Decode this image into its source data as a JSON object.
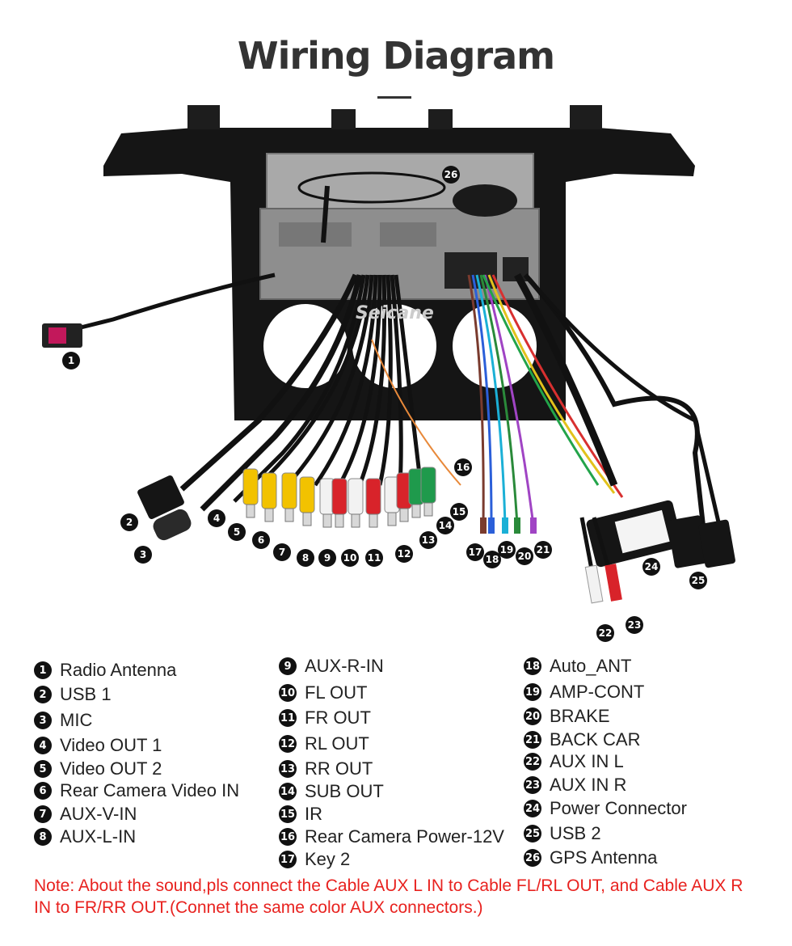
{
  "title": "Wiring Diagram",
  "watermark": "Seicane",
  "legend": [
    {
      "num": "1",
      "label": "Radio Antenna"
    },
    {
      "num": "2",
      "label": "USB 1"
    },
    {
      "num": "3",
      "label": "MIC"
    },
    {
      "num": "4",
      "label": "Video OUT 1"
    },
    {
      "num": "5",
      "label": "Video OUT 2"
    },
    {
      "num": "6",
      "label": "Rear Camera Video IN"
    },
    {
      "num": "7",
      "label": "AUX-V-IN"
    },
    {
      "num": "8",
      "label": "AUX-L-IN"
    },
    {
      "num": "9",
      "label": "AUX-R-IN"
    },
    {
      "num": "10",
      "label": "FL OUT"
    },
    {
      "num": "11",
      "label": "FR OUT"
    },
    {
      "num": "12",
      "label": "RL OUT"
    },
    {
      "num": "13",
      "label": "RR OUT"
    },
    {
      "num": "14",
      "label": "SUB OUT"
    },
    {
      "num": "15",
      "label": "IR"
    },
    {
      "num": "16",
      "label": "Rear Camera Power-12V"
    },
    {
      "num": "17",
      "label": "Key 2"
    },
    {
      "num": "18",
      "label": "Auto_ANT"
    },
    {
      "num": "19",
      "label": "AMP-CONT"
    },
    {
      "num": "20",
      "label": "BRAKE"
    },
    {
      "num": "21",
      "label": "BACK CAR"
    },
    {
      "num": "22",
      "label": "AUX IN L"
    },
    {
      "num": "23",
      "label": "AUX IN R"
    },
    {
      "num": "24",
      "label": "Power Connector"
    },
    {
      "num": "25",
      "label": "USB 2"
    },
    {
      "num": "26",
      "label": "GPS Antenna"
    }
  ],
  "note": "Note: About the sound,pls connect the Cable AUX L IN to Cable FL/RL OUT, and Cable AUX R IN to  FR/RR OUT.(Connet the same color AUX connectors.)",
  "colors": {
    "panel": "#151515",
    "note": "#e8221f",
    "rca_yellow": "#f2c200",
    "rca_white": "#f2f2f2",
    "rca_red": "#d8232a",
    "rca_green": "#1f9a4c"
  }
}
